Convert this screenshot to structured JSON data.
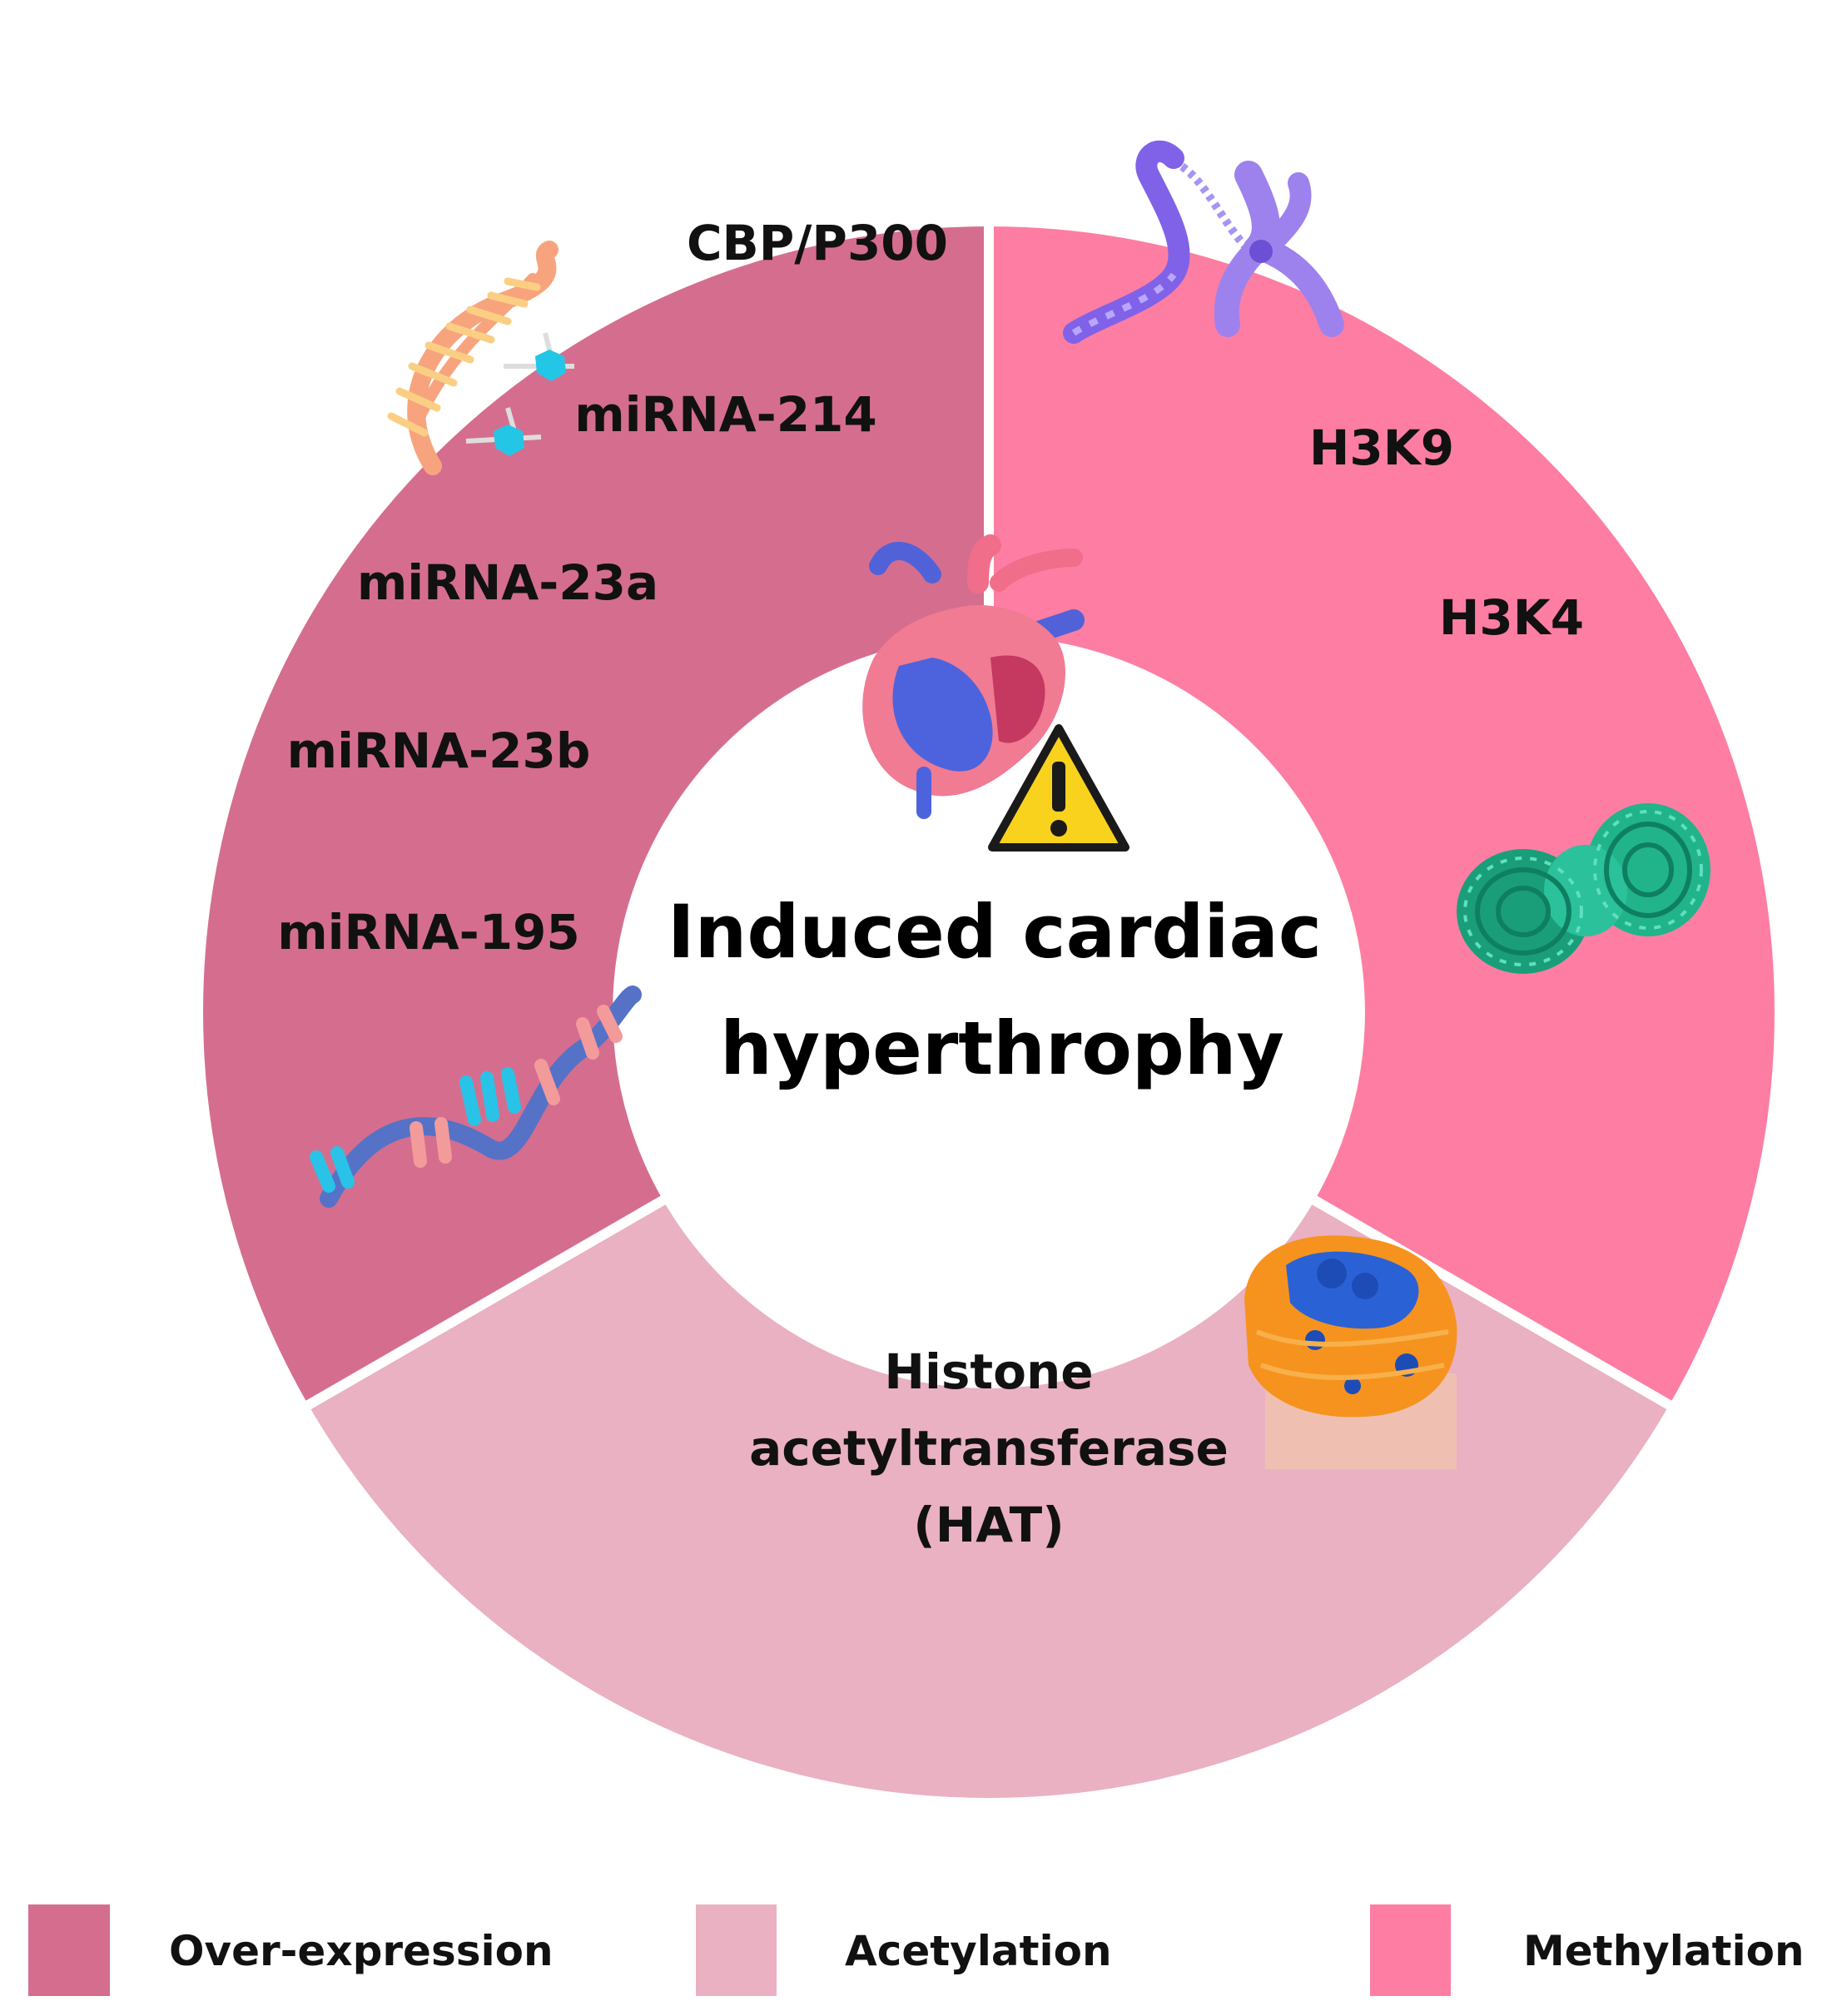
{
  "center": {
    "line1": "Induced cardiac",
    "line2": "hyperthrophy"
  },
  "segments": {
    "over_expression": {
      "color": "#d56e8e",
      "items": [
        "CBP/P300",
        "miRNA-214",
        "miRNA-23a",
        "miRNA-23b",
        "miRNA-195"
      ]
    },
    "methylation": {
      "color": "#fd7ea2",
      "items": [
        "H3K9",
        "H3K4"
      ]
    },
    "acetylation": {
      "color": "#e9b1c1",
      "line1": "Histone",
      "line2": "acetyltransferase",
      "line3": "(HAT)"
    }
  },
  "legend": [
    {
      "label": "Over-expression",
      "color": "#d56e8e"
    },
    {
      "label": "Acetylation",
      "color": "#e9b1c1"
    },
    {
      "label": "Methylation",
      "color": "#fd7ea2"
    }
  ],
  "icons": [
    "dna-helix-icon",
    "chromosome-icon",
    "heart-icon",
    "warning-icon",
    "nucleosome-icon",
    "rna-strand-icon",
    "protein-complex-icon"
  ]
}
